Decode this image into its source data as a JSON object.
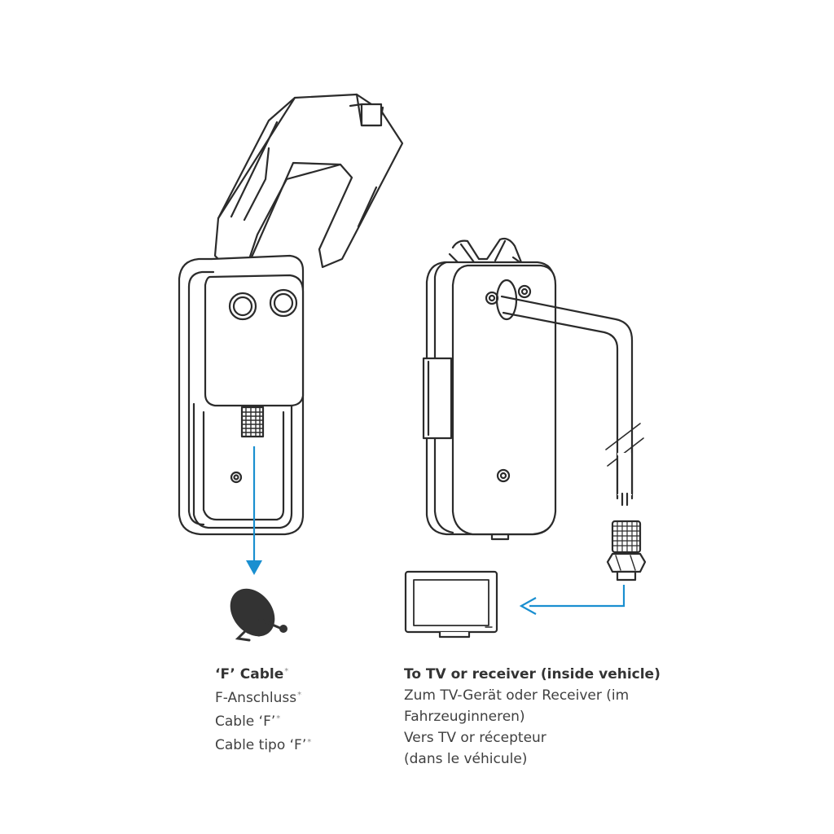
{
  "captions": {
    "satellite_cable": {
      "title": "‘F’ Cable",
      "lines": [
        "F-Anschluss",
        "Cable ‘F’",
        "Cable tipo ‘F’"
      ],
      "footnote_mark": "*"
    },
    "tv_receiver": {
      "title": "To TV or receiver (inside vehicle)",
      "lines": [
        "Zum TV-Gerät oder Receiver (im",
        "Fahrzeuginneren)",
        "Vers TV or récepteur",
        "(dans le véhicule)"
      ]
    }
  },
  "colors": {
    "outline": "#2b2b2b",
    "arrow": "#1a8fd0",
    "background": "#ffffff",
    "dish": "#333333"
  },
  "icons": [
    "wall-socket-open",
    "wall-socket-closed",
    "satellite-dish-icon",
    "tv-icon",
    "f-connector-icon"
  ]
}
